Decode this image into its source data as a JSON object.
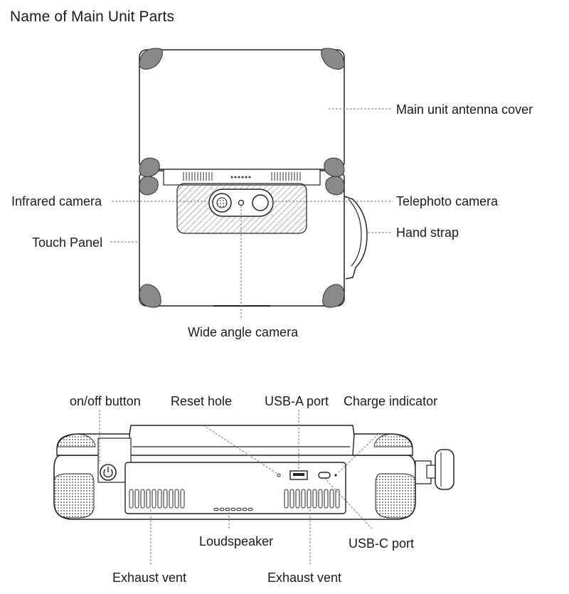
{
  "title": "Name of Main Unit Parts",
  "top_view": {
    "labels": {
      "antenna_cover": "Main unit antenna cover",
      "infrared_camera": "Infrared camera",
      "telephoto_camera": "Telephoto camera",
      "hand_strap": "Hand strap",
      "touch_panel": "Touch Panel",
      "wide_angle_camera": "Wide angle camera"
    }
  },
  "bottom_view": {
    "labels": {
      "power_button": "on/off button",
      "reset_hole": "Reset hole",
      "usb_a_port": "USB-A port",
      "charge_indicator": "Charge indicator",
      "loudspeaker": "Loudspeaker",
      "usb_c_port": "USB-C port",
      "exhaust_vent_left": "Exhaust vent",
      "exhaust_vent_right": "Exhaust vent"
    }
  }
}
